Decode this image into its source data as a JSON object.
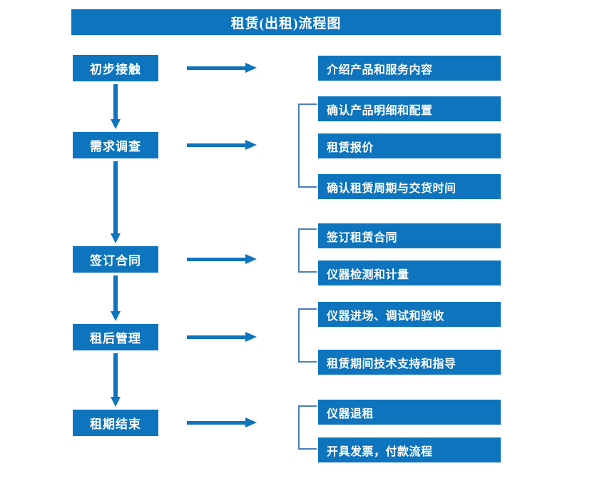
{
  "title": "租赁(出租)流程图",
  "accent_color": "#0d74bd",
  "bracket_color": "#4a7fba",
  "background_color": "#ffffff",
  "text_color": "#ffffff",
  "stages": [
    {
      "label": "初步接触"
    },
    {
      "label": "需求调查"
    },
    {
      "label": "签订合同"
    },
    {
      "label": "租后管理"
    },
    {
      "label": "租期结束"
    }
  ],
  "details": [
    {
      "label": "介绍产品和服务内容"
    },
    {
      "label": "确认产品明细和配置"
    },
    {
      "label": "租赁报价"
    },
    {
      "label": "确认租赁周期与交货时间"
    },
    {
      "label": "签订租赁合同"
    },
    {
      "label": "仪器检测和计量"
    },
    {
      "label": "仪器进场、调试和验收"
    },
    {
      "label": "租赁期间技术支持和指导"
    },
    {
      "label": "仪器退租"
    },
    {
      "label": "开具发票，付款流程"
    }
  ],
  "groups": [
    {
      "stage": "初步接触",
      "details": [
        "介绍产品和服务内容"
      ],
      "bracketed": false
    },
    {
      "stage": "需求调查",
      "details": [
        "确认产品明细和配置",
        "租赁报价",
        "确认租赁周期与交货时间"
      ],
      "bracketed": true
    },
    {
      "stage": "签订合同",
      "details": [
        "签订租赁合同",
        "仪器检测和计量"
      ],
      "bracketed": true
    },
    {
      "stage": "租后管理",
      "details": [
        "仪器进场、调试和验收",
        "租赁期间技术支持和指导"
      ],
      "bracketed": true
    },
    {
      "stage": "租期结束",
      "details": [
        "仪器退租",
        "开具发票，付款流程"
      ],
      "bracketed": true
    }
  ]
}
